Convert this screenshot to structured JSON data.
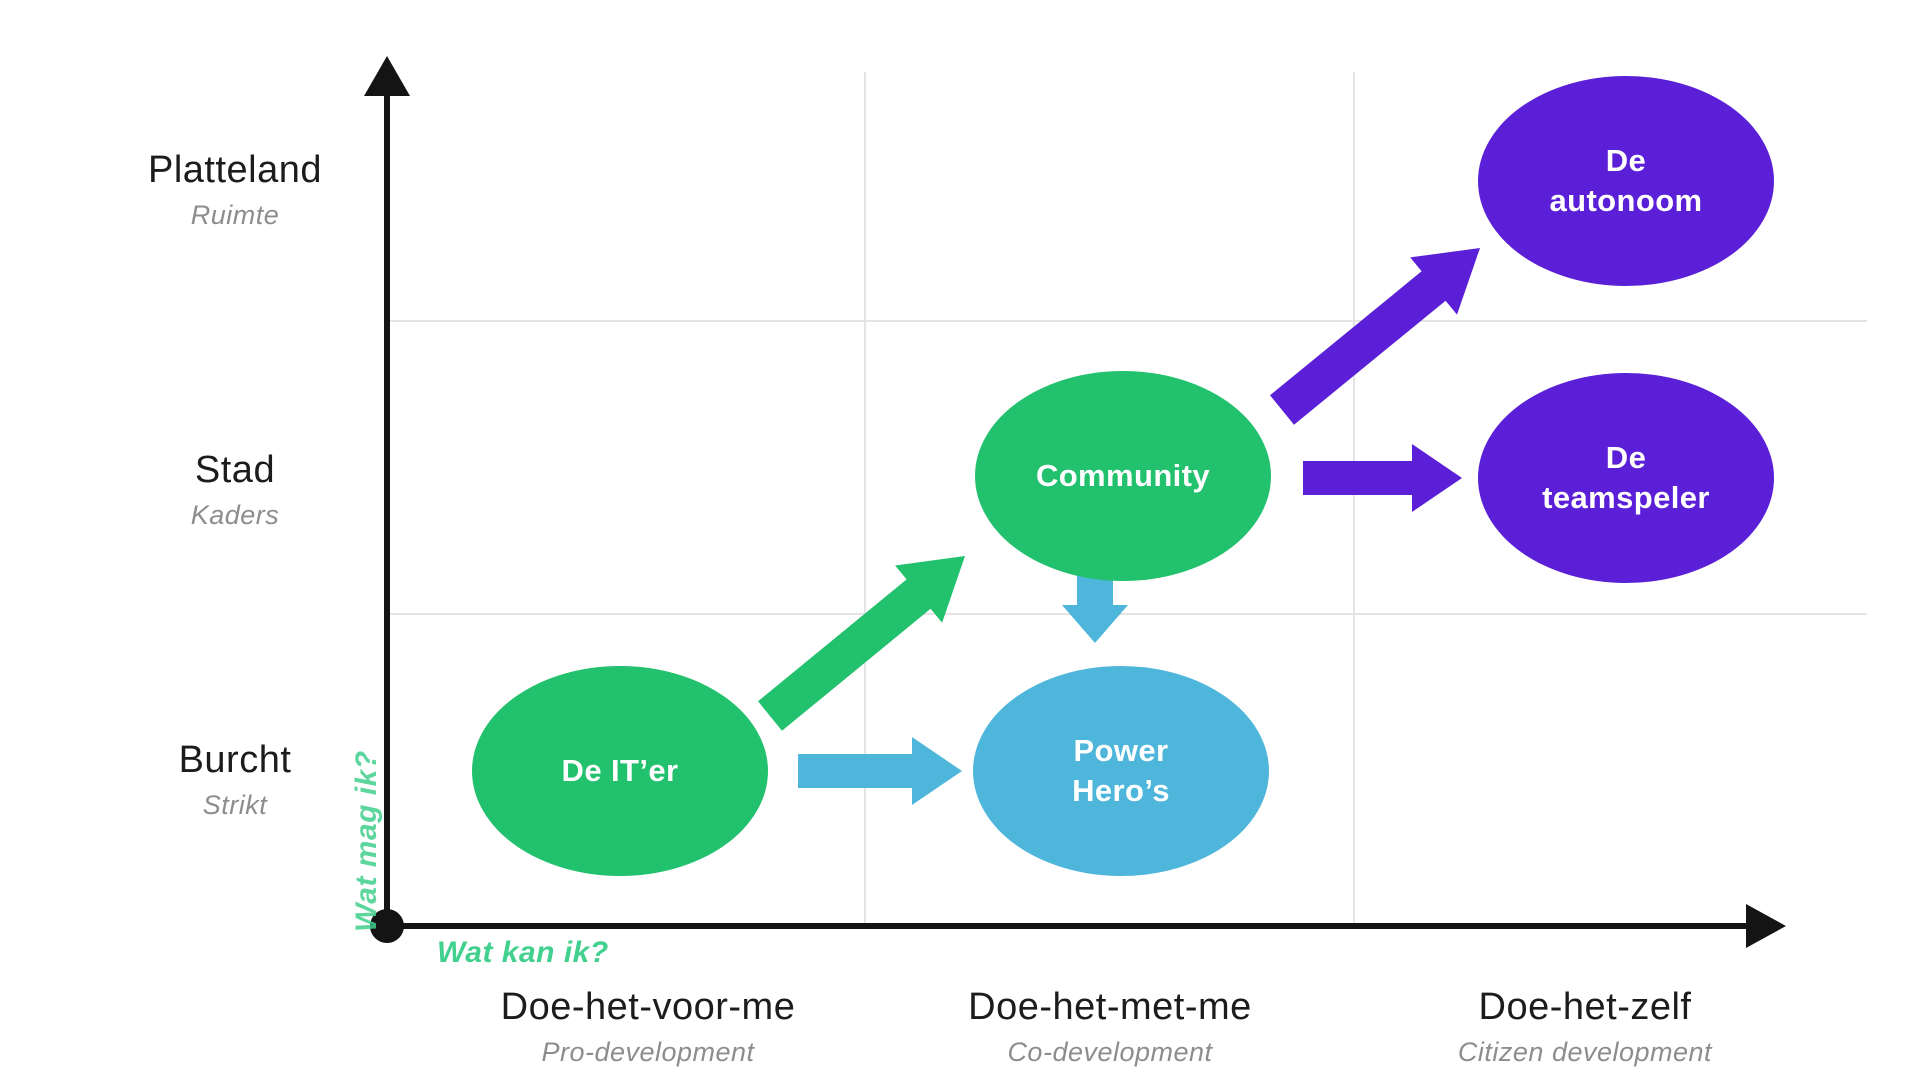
{
  "colors": {
    "green": "#21c16d",
    "blue": "#4fb6db",
    "purple": "#5a1fd6",
    "mint_text": "#41d08e",
    "axis": "#141414",
    "grid": "#e4e4e4",
    "label_text": "#1c1c1c",
    "sublabel_text": "#8d8d8d",
    "node_text": "#ffffff"
  },
  "axes": {
    "x_question": "Wat kan ik?",
    "y_question": "Wat mag ik?"
  },
  "y_categories": [
    {
      "label": "Platteland",
      "sublabel": "Ruimte"
    },
    {
      "label": "Stad",
      "sublabel": "Kaders"
    },
    {
      "label": "Burcht",
      "sublabel": "Strikt"
    }
  ],
  "x_categories": [
    {
      "label": "Doe-het-voor-me",
      "sublabel": "Pro-development"
    },
    {
      "label": "Doe-het-met-me",
      "sublabel": "Co-development"
    },
    {
      "label": "Doe-het-zelf",
      "sublabel": "Citizen development"
    }
  ],
  "nodes": [
    {
      "id": "de-iter",
      "label": "De IT’er",
      "color_key": "green"
    },
    {
      "id": "community",
      "label": "Community",
      "color_key": "green"
    },
    {
      "id": "power-heros",
      "label": "Power\nHero’s",
      "color_key": "blue"
    },
    {
      "id": "de-autonoom",
      "label": "De\nautonoom",
      "color_key": "purple"
    },
    {
      "id": "de-teamspeler",
      "label": "De\nteamspeler",
      "color_key": "purple"
    }
  ],
  "arrows": [
    {
      "id": "iter-to-community",
      "from": "De IT’er",
      "to": "Community",
      "color_key": "green",
      "direction": "diagonal-up-right"
    },
    {
      "id": "iter-to-power-heros",
      "from": "De IT’er",
      "to": "Power Hero’s",
      "color_key": "blue",
      "direction": "right"
    },
    {
      "id": "community-to-power-heros",
      "from": "Community",
      "to": "Power Hero’s",
      "color_key": "blue",
      "direction": "down"
    },
    {
      "id": "community-to-autonoom",
      "from": "Community",
      "to": "De autonoom",
      "color_key": "purple",
      "direction": "diagonal-up-right"
    },
    {
      "id": "community-to-teamspeler",
      "from": "Community",
      "to": "De teamspeler",
      "color_key": "purple",
      "direction": "right"
    }
  ]
}
